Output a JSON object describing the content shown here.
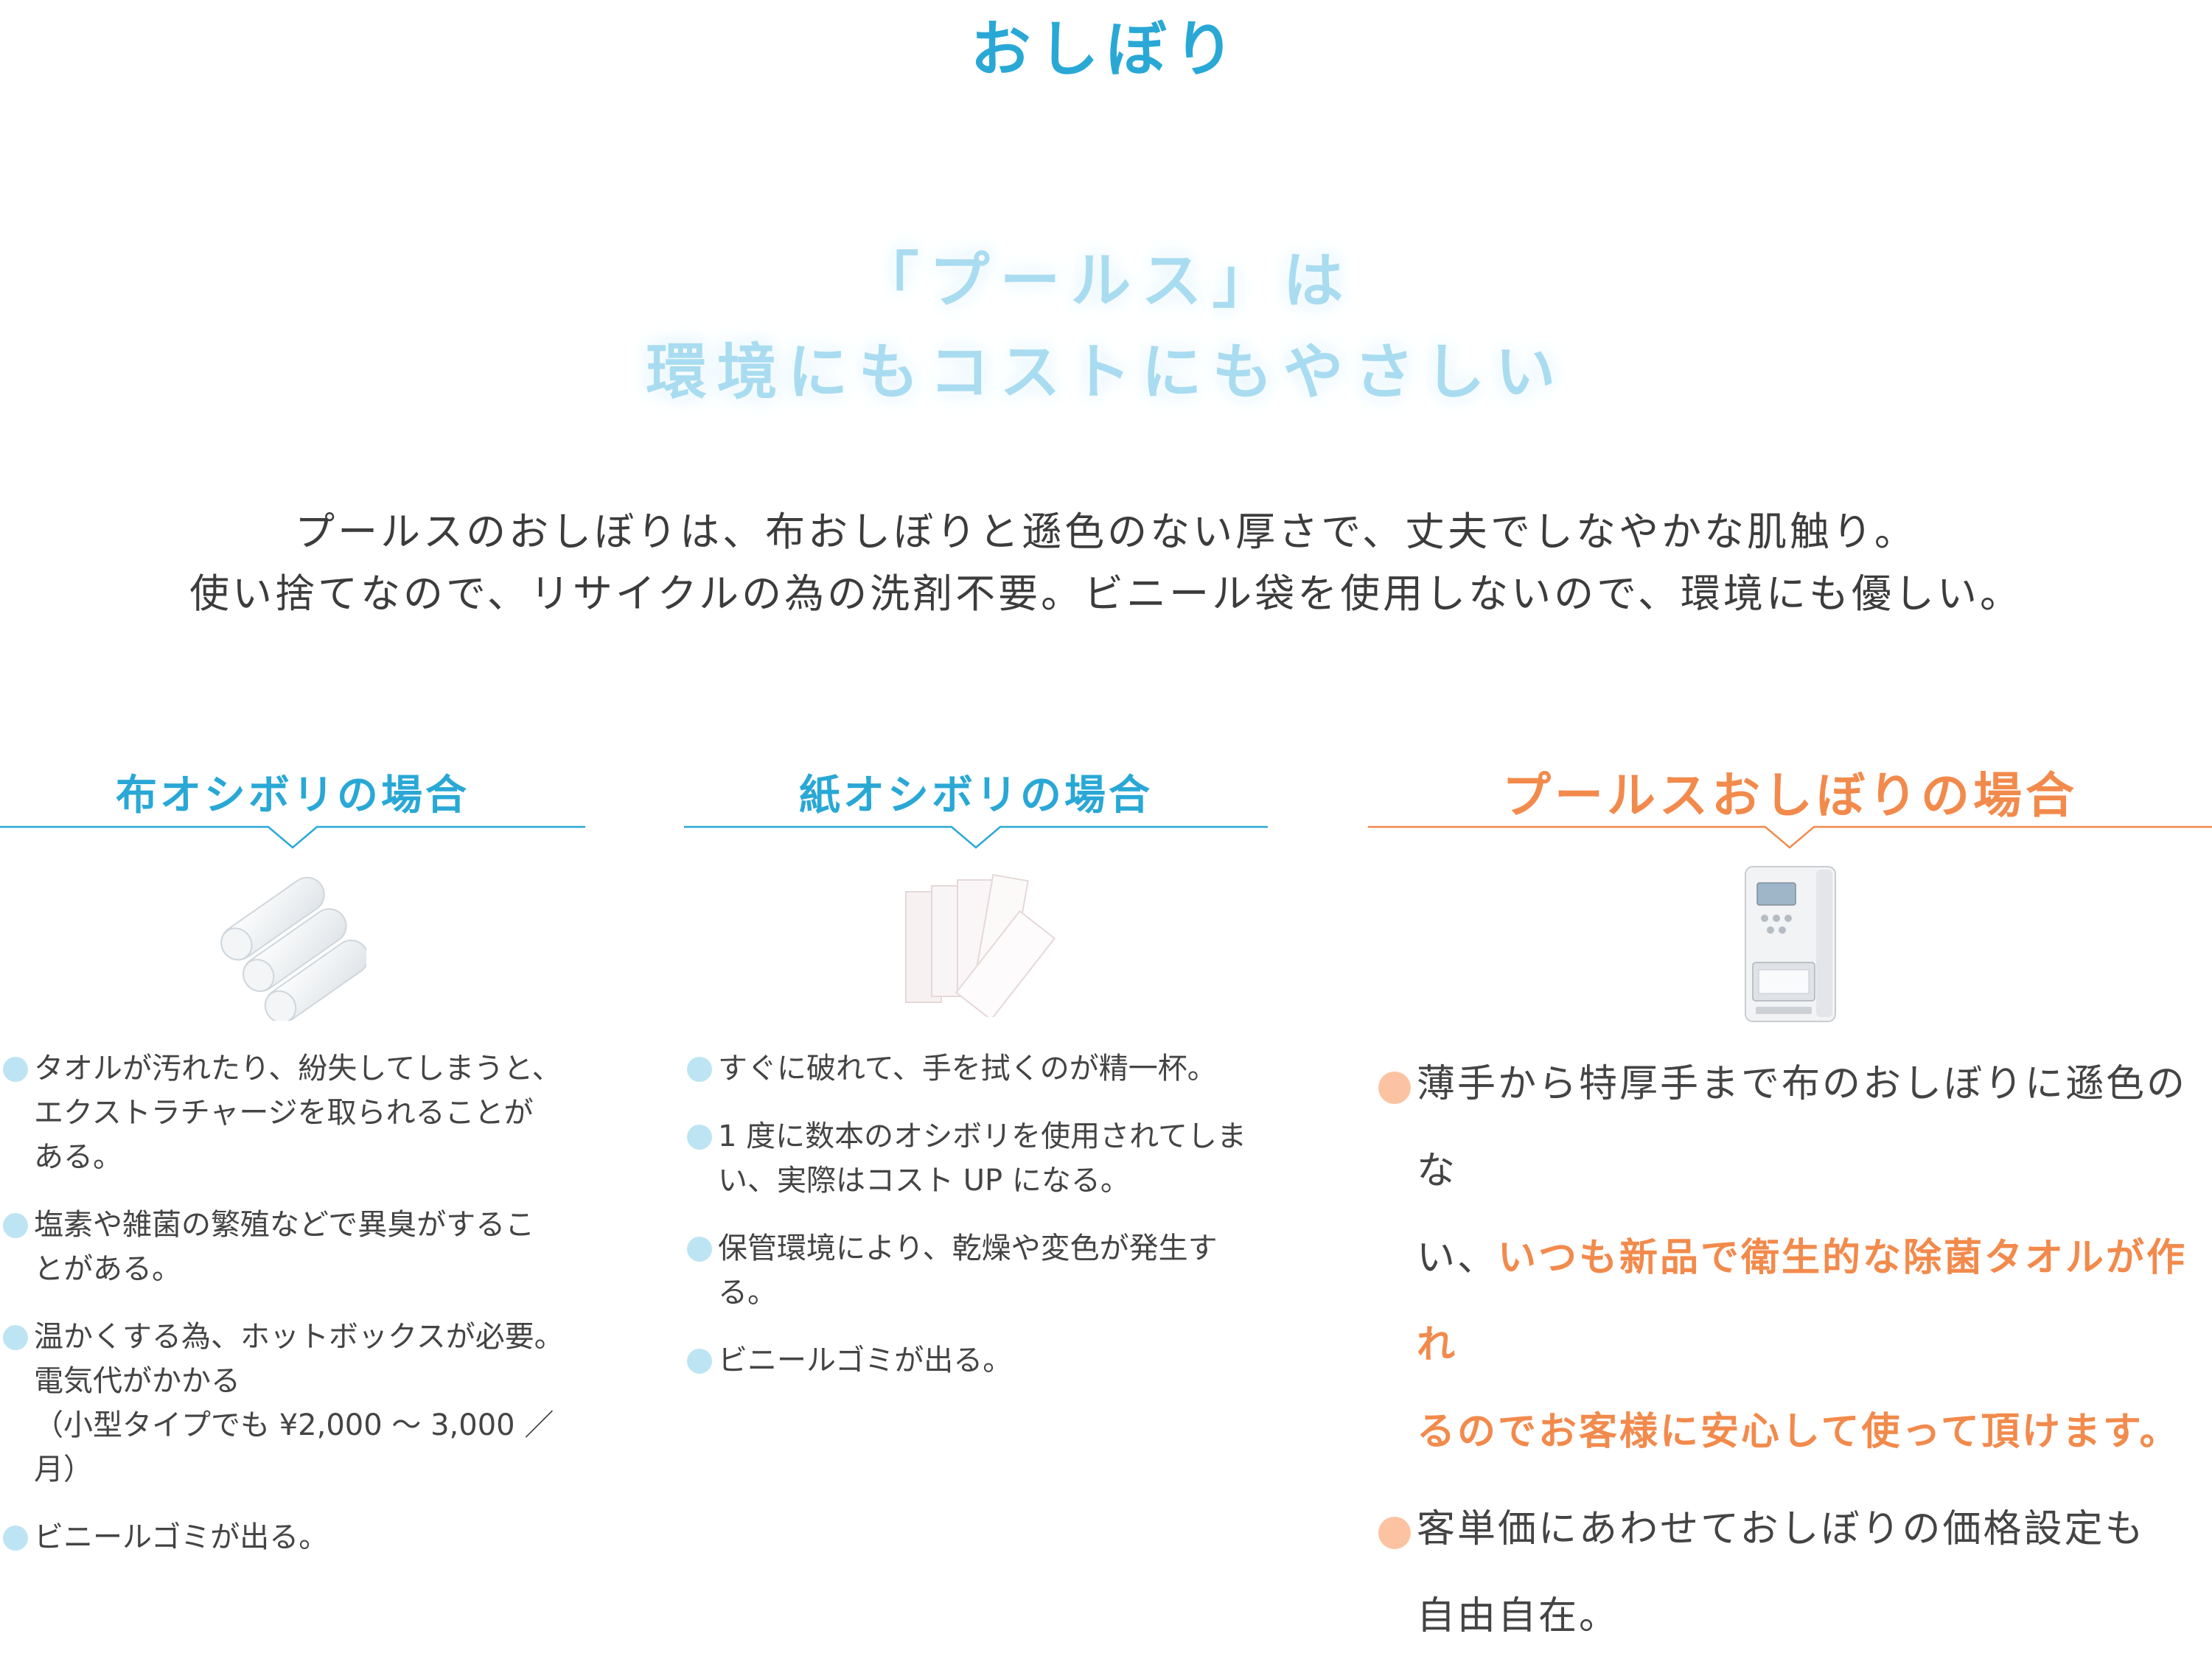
{
  "title": "おしぼり",
  "headline": {
    "line1": "「プールス」は",
    "line2": "環境にもコストにもやさしい"
  },
  "intro": {
    "line1": "プールスのおしぼりは、布おしぼりと遜色のない厚さで、丈夫でしなやかな肌触り。",
    "line2": "使い捨てなので、リサイクルの為の洗剤不要。ビニール袋を使用しないので、環境にも優しい。"
  },
  "colors": {
    "blue": "#29a8d6",
    "light_blue": "#a9dcf0",
    "orange": "#f28a4c",
    "blue_dot": "#bde4f3",
    "orange_dot": "#fbc3a2"
  },
  "columns": [
    {
      "heading": "布オシボリの場合",
      "image": "rolled-cloth-towels",
      "points": [
        {
          "lines": [
            "タオルが汚れたり、紛失してしまうと、",
            "エクストラチャージを取られることが",
            "ある。"
          ]
        },
        {
          "lines": [
            "塩素や雑菌の繁殖などで異臭がするこ",
            "とがある。"
          ]
        },
        {
          "lines": [
            "温かくする為、ホットボックスが必要。",
            "電気代がかかる",
            "（小型タイプでも ¥2,000 〜 3,000 ／月）"
          ]
        },
        {
          "lines": [
            "ビニールゴミが出る。"
          ]
        }
      ]
    },
    {
      "heading": "紙オシボリの場合",
      "image": "paper-towel-packets",
      "points": [
        {
          "lines": [
            "すぐに破れて、手を拭くのが精一杯。"
          ]
        },
        {
          "lines": [
            "1 度に数本のオシボリを使用されてしま",
            "い、実際はコスト UP になる。"
          ]
        },
        {
          "lines": [
            "保管環境により、乾燥や変色が発生す",
            "る。"
          ]
        },
        {
          "lines": [
            "ビニールゴミが出る。"
          ]
        }
      ]
    },
    {
      "heading": "プールスおしぼりの場合",
      "image": "oshibori-machine",
      "points": [
        {
          "l1": "薄手から特厚手まで布のおしぼりに遜色のな",
          "l2a": "い、",
          "l2b": "いつも新品で衛生的な除菌タオルが作れ",
          "l3": "るのでお客様に安心して使って頂けます。"
        },
        {
          "l1": "客単価にあわせておしぼりの価格設定も",
          "l2": "自由自在。"
        }
      ]
    }
  ]
}
